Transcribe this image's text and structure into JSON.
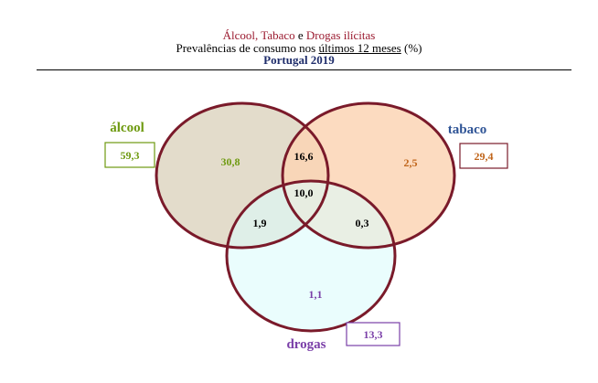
{
  "title": {
    "alcool": "Álcool",
    "sep1": ", ",
    "tabaco": "Tabaco",
    "sep2": " e ",
    "drogas": "Drogas ilícitas",
    "subtitle_pre": "Prevalências de consumo nos ",
    "subtitle_underlined": "últimos 12 meses",
    "subtitle_post": " (%)",
    "region": "Portugal 2019"
  },
  "colors": {
    "outline": "#7a1a2a",
    "alcool_fill": "#e3dccb",
    "tabaco_fill": "#fbd5b5",
    "drogas_fill": "#dcfbfb",
    "alcool_text": "#6e9a10",
    "tabaco_text": "#c0651a",
    "drogas_text": "#7a3fa8",
    "tabaco_label": "#2f5496",
    "intersection_text": "#000000"
  },
  "chart_data": {
    "type": "venn",
    "sets": [
      {
        "key": "alcool",
        "label": "álcool",
        "total": "59,3"
      },
      {
        "key": "tabaco",
        "label": "tabaco",
        "total": "29,4"
      },
      {
        "key": "drogas",
        "label": "drogas",
        "total": "13,3"
      }
    ],
    "regions": {
      "alcool_only": "30,8",
      "tabaco_only": "2,5",
      "drogas_only": "1,1",
      "alcool_tabaco": "16,6",
      "alcool_drogas": "1,9",
      "tabaco_drogas": "0,3",
      "all_three": "10,0"
    }
  }
}
